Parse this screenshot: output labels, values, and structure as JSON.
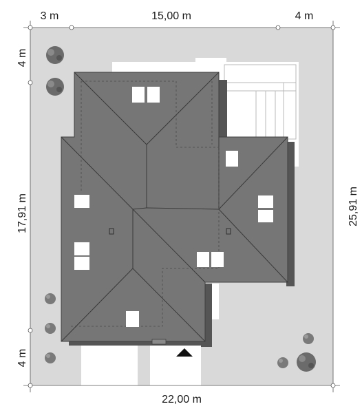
{
  "dimensions": {
    "top_left": "3 m",
    "top_center": "15,00 m",
    "top_right": "4 m",
    "left_top": "4 m",
    "left_middle": "17,91 m",
    "left_bottom": "4 m",
    "right": "25,91 m",
    "bottom": "22,00 m"
  },
  "colors": {
    "plot": "#d9d9d9",
    "roof": "#767676",
    "roof_edge": "#3f3f3f",
    "shadow": "#555555",
    "paving": "#ffffff",
    "skylight": "#ffffff"
  },
  "icons": {
    "entrance_marker": "entrance-arrow-icon"
  }
}
